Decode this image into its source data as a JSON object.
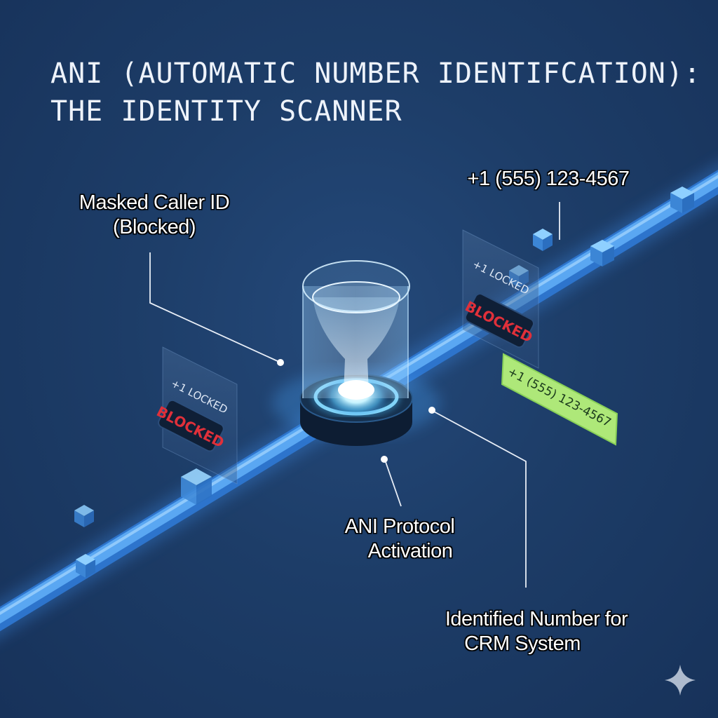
{
  "title": {
    "line1": "ANI (AUTOMATIC NUMBER IDENTIFCATION):",
    "line2": "THE IDENTITY SCANNER"
  },
  "callouts": {
    "masked_line1": "Masked Caller ID",
    "masked_line2": "(Blocked)",
    "phone_top": "+1 (555) 123-4567",
    "ani_line1": "ANI Protocol",
    "ani_line2": "Activation",
    "identified_line1": "Identified Number for",
    "identified_line2": "CRM System"
  },
  "panels": {
    "left_locked": "+1 LOCKED",
    "left_blocked": "BLOCKED",
    "right_locked": "+1 LOCKED",
    "right_blocked": "BLOCKED",
    "identified_number": "+1 (555) 123-4567"
  },
  "colors": {
    "background": "#1d3d68",
    "pipe": "#3d8be0",
    "blocked_red": "#e0303a",
    "identified_green": "#b6f27a"
  },
  "icons": {
    "corner": "sparkle-icon"
  }
}
